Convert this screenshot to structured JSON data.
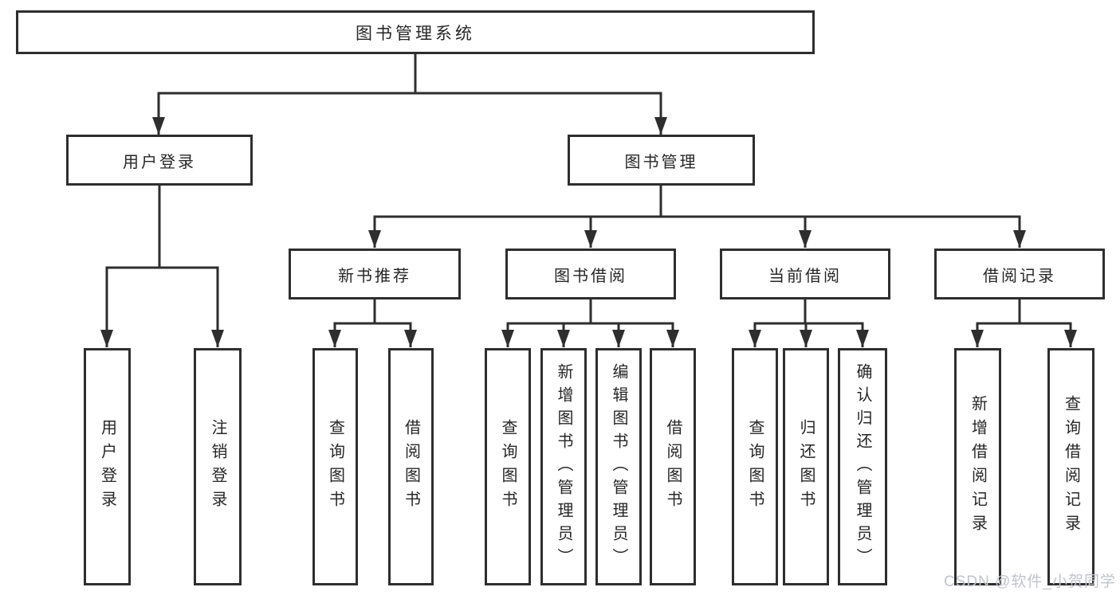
{
  "diagram": {
    "root": {
      "label": "图书管理系统"
    },
    "level2": [
      {
        "label": "用户登录"
      },
      {
        "label": "图书管理"
      }
    ],
    "level3": [
      {
        "label": "新书推荐"
      },
      {
        "label": "图书借阅"
      },
      {
        "label": "当前借阅"
      },
      {
        "label": "借阅记录"
      }
    ],
    "leaves": [
      {
        "label": "用户登录"
      },
      {
        "label": "注销登录"
      },
      {
        "label": "查询图书"
      },
      {
        "label": "借阅图书"
      },
      {
        "label": "查询图书"
      },
      {
        "label": "新增图书（管理员）"
      },
      {
        "label": "编辑图书（管理员）"
      },
      {
        "label": "借阅图书"
      },
      {
        "label": "查询图书"
      },
      {
        "label": "归还图书"
      },
      {
        "label": "确认归还（管理员）"
      },
      {
        "label": "新增借阅记录"
      },
      {
        "label": "查询借阅记录"
      }
    ]
  },
  "watermark": {
    "text": "CSDN @软件_小贺同学"
  },
  "colors": {
    "background": "#ffffff",
    "line": "#2e2e2e",
    "box_border": "#2e2e2e",
    "text": "#262626",
    "watermark": "#c1c4cb"
  }
}
